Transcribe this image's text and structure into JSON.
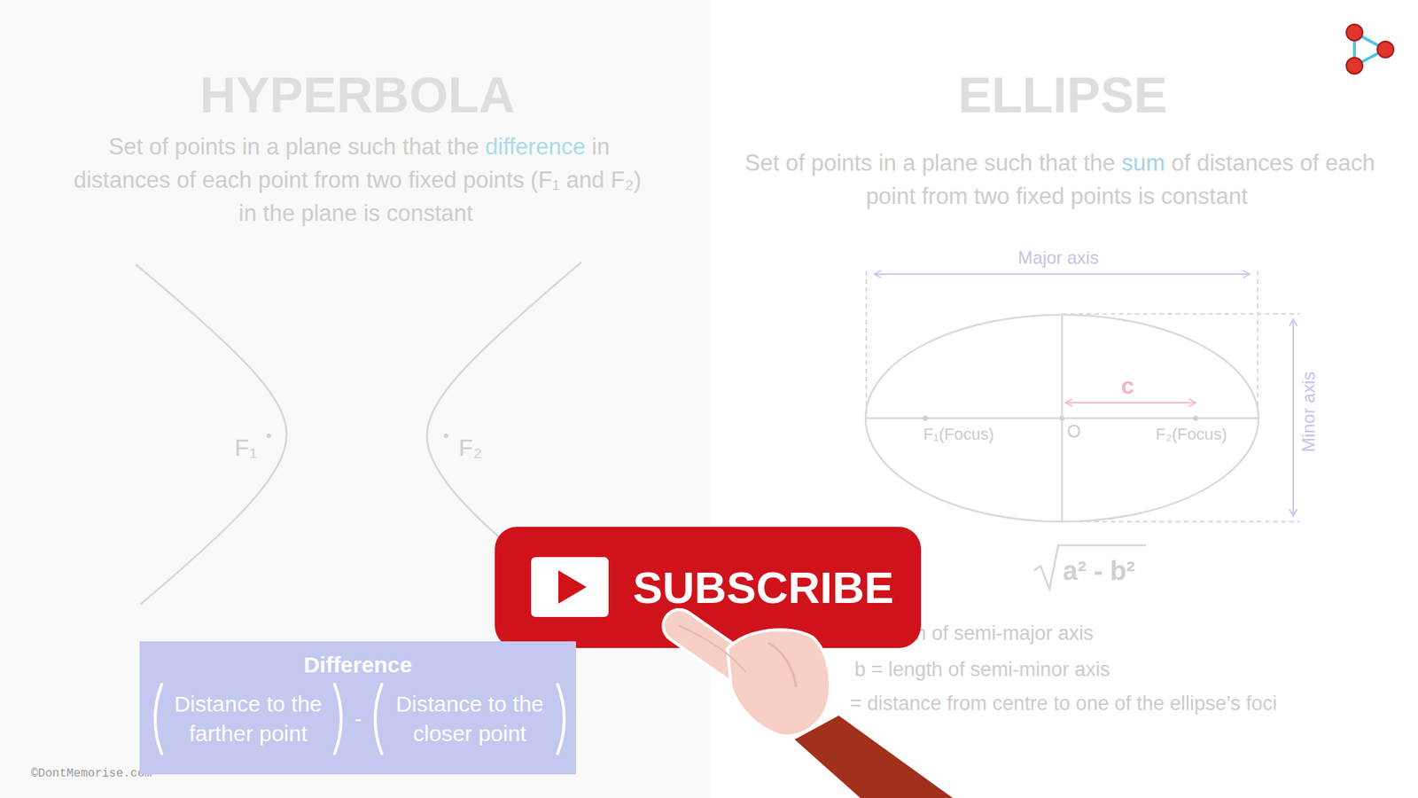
{
  "diagram": {
    "nodes": [
      {
        "text": [
          "SUBSCRIBE"
        ]
      },
      {
        "text": [
          "Difference",
          "Distance to the farther point",
          "-",
          "Distance to the closer point"
        ]
      }
    ],
    "labels": [
      "HYPERBOLA",
      "Set of points in a plane such that the",
      "difference",
      "in distances of each point from two fixed points (F₁ and F₂) in the plane is constant",
      "F₁",
      "F₂",
      "ELLIPSE",
      "Set of points in a plane such that the",
      "sum",
      "of distances of each point from two fixed points is constant",
      "Major axis",
      "Minor axis",
      "c",
      "O",
      "F₁(Focus)",
      "F₂(Focus)",
      "a² - b²",
      "n of semi-major axis",
      "b = length of semi-minor axis",
      "= distance from centre to one of the ellipse’s foci",
      "©DontMemorise.com"
    ]
  }
}
